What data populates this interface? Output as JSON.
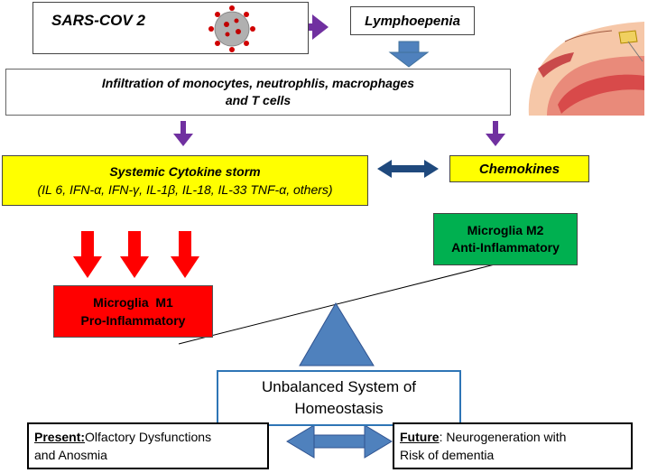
{
  "nodes": {
    "sars": "SARS-COV 2",
    "lymphopenia": "Lymphoepenia",
    "infiltration": {
      "line1": "Infiltration of monocytes, neutrophlis, macrophages",
      "line2": "and T cells"
    },
    "cytokine": {
      "line1": "Systemic Cytokine storm",
      "line2": "(IL 6, IFN-α, IFN-γ, IL-1β, IL-18, IL-33 TNF-α, others)"
    },
    "chemokines": "Chemokines",
    "m2": {
      "line1": "Microglia M2",
      "line2": "Anti-Inflammatory"
    },
    "m1": {
      "line1": "Microglia  M1",
      "line2": "Pro-Inflammatory"
    },
    "unbalanced": {
      "line1": "Unbalanced System of",
      "line2": "Homeostasis"
    },
    "present": {
      "label": "Present:",
      "line1": "Olfactory Dysfunctions",
      "line2": "and Anosmia"
    },
    "future": {
      "label": "Future",
      "line1": ": Neurogeneration with",
      "line2": "Risk of dementia"
    }
  },
  "colors": {
    "yellow": "#ffff00",
    "green": "#00b050",
    "red": "#ff0000",
    "purple": "#7030a0",
    "blue_arrow": "#4f81bd",
    "dark_blue": "#1f497d",
    "triangle": "#4f81bd"
  },
  "icons": [
    "virus-icon",
    "nasal-anatomy-image"
  ]
}
